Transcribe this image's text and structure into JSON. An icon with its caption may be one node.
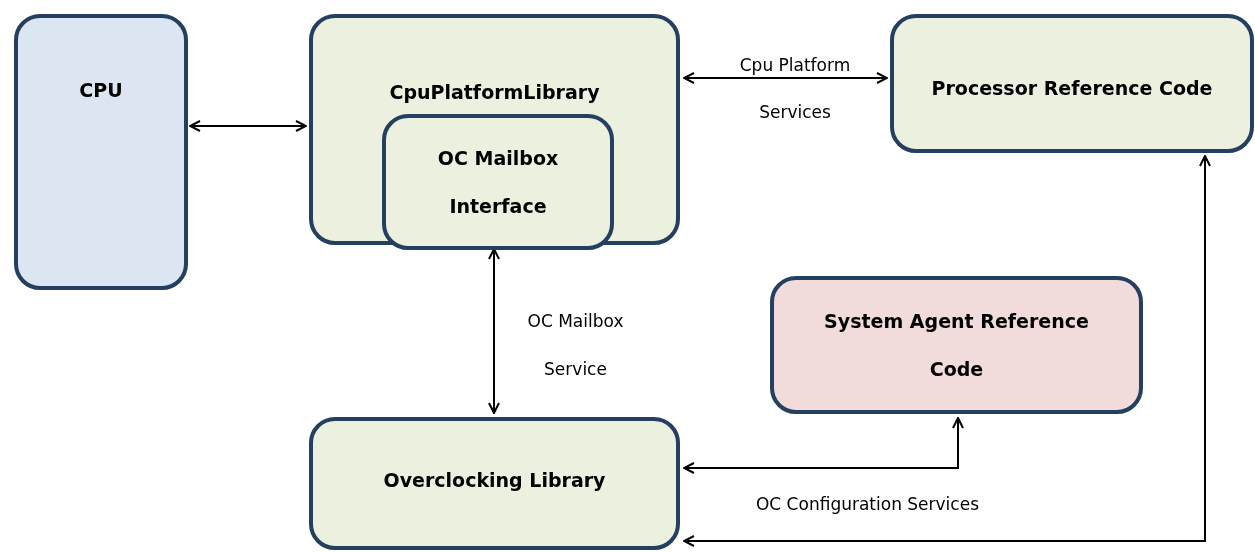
{
  "diagram": {
    "nodes": [
      {
        "text": [
          "CPU"
        ]
      },
      {
        "text": [
          "CpuPlatformLibrary"
        ]
      },
      {
        "text": [
          "OC Mailbox Interface"
        ],
        "in": 1
      },
      {
        "text": [
          "Processor Reference Code"
        ]
      },
      {
        "text": [
          "System Agent Reference Code"
        ]
      },
      {
        "text": [
          "Overclocking Library"
        ]
      }
    ],
    "edges": [
      {
        "from": 0,
        "to": 1,
        "arrow": "both"
      },
      {
        "from": 1,
        "to": 3,
        "arrow": "both",
        "label": "Cpu Platform Services"
      },
      {
        "from": 2,
        "to": 5,
        "arrow": "both",
        "label": "OC Mailbox Service"
      },
      {
        "from": 4,
        "to": 5,
        "arrow": "both",
        "label": "OC Configuration Services"
      },
      {
        "from": 3,
        "to": 5,
        "arrow": "both"
      }
    ]
  }
}
